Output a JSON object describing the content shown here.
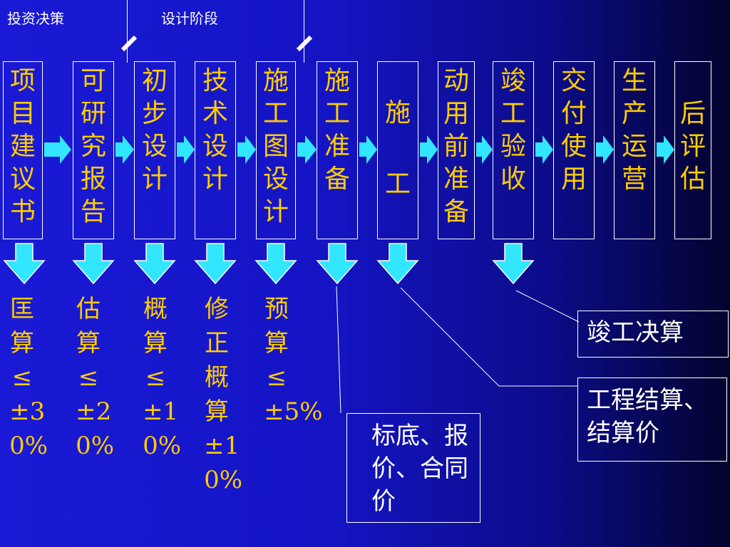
{
  "phases": {
    "investment": "投资决策",
    "design": "设计阶段"
  },
  "stages": [
    {
      "label": "项目建议书"
    },
    {
      "label": "可研究报告"
    },
    {
      "label": "初步设计"
    },
    {
      "label": "技术设计"
    },
    {
      "label": "施工图设计"
    },
    {
      "label": "施工准备"
    },
    {
      "label": "施工"
    },
    {
      "label": "动用前准备"
    },
    {
      "label": "竣工验收"
    },
    {
      "label": "交付使用"
    },
    {
      "label": "生产运营"
    },
    {
      "label": "后评估"
    }
  ],
  "estimates": [
    {
      "label": "匡算≤±30%"
    },
    {
      "label": "估算≤±20%"
    },
    {
      "label": "概算≤±10%"
    },
    {
      "label": "修正概算±10%"
    },
    {
      "label": "预算≤±5%"
    }
  ],
  "notes": {
    "bid": "标底、报价、合同价",
    "settlement": "工程结算、结算价",
    "final_account": "竣工决算"
  },
  "colors": {
    "stage_text": "#ffcc00",
    "arrow_fill": "#33e6ff",
    "line": "#ffffff"
  }
}
